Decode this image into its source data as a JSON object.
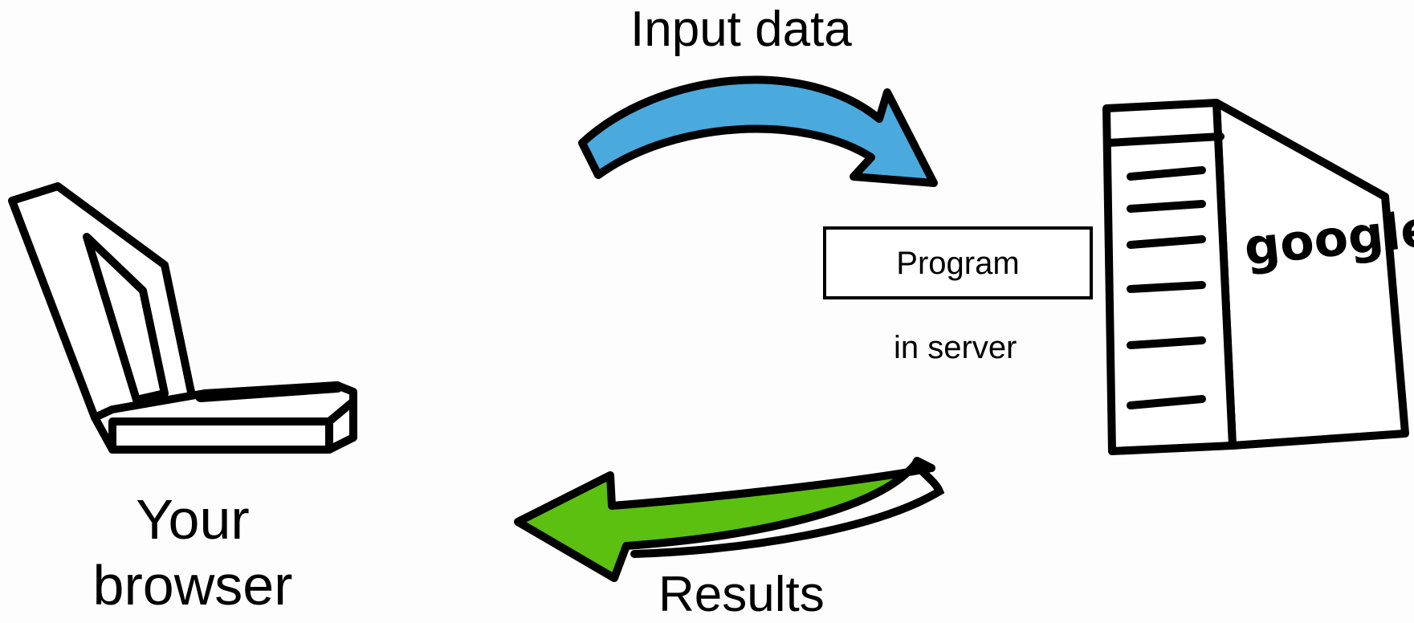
{
  "labels": {
    "input": "Input data",
    "results": "Results",
    "browser": "Your browser",
    "program": "Program",
    "server": "in server",
    "server_brand": "google"
  },
  "colors": {
    "input_arrow": "#4aa9dd",
    "results_arrow": "#5cc010",
    "outline": "#000000",
    "background": "#fdfdfd"
  },
  "icons": {
    "client": "laptop-icon",
    "server": "server-tower-icon"
  }
}
